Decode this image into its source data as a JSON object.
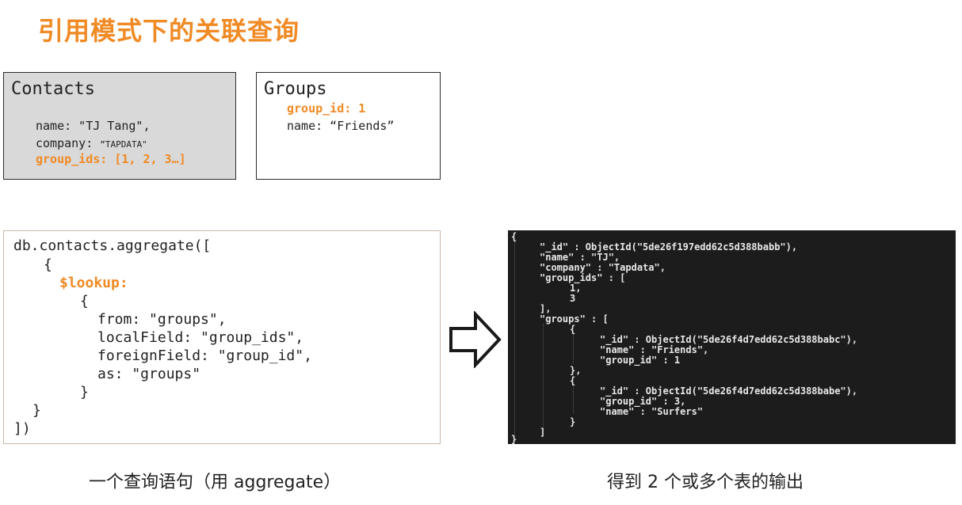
{
  "title": "引用模式下的关联查询",
  "contacts": {
    "heading": "Contacts",
    "name_line": "name: \"TJ Tang\",",
    "company_key": "company: ",
    "company_val": "”TAPDATA\"",
    "group_ids_line": "group_ids: [1, 2, 3…]"
  },
  "groups": {
    "heading": "Groups",
    "group_id_line": "group_id: 1",
    "name_line": "name: “Friends”"
  },
  "aggregate_code": [
    "db.contacts.aggregate([",
    "{",
    "$lookup:",
    "{",
    "from: \"groups\",",
    "localField: \"group_ids\",",
    "foreignField: \"group_id\",",
    "as: \"groups\"",
    "}",
    "}",
    "])"
  ],
  "output_lines": [
    "{",
    "\"_id\" : ObjectId(\"5de26f197edd62c5d388babb\"),",
    "\"name\" : \"TJ\",",
    "\"company\" : \"Tapdata\",",
    "\"group_ids\" : [",
    "1,",
    "3",
    "],",
    "\"groups\" : [",
    "{",
    "\"_id\" : ObjectId(\"5de26f4d7edd62c5d388babc\"),",
    "\"name\" : \"Friends\",",
    "\"group_id\" : 1",
    "},",
    "{",
    "\"_id\" : ObjectId(\"5de26f4d7edd62c5d388babe\"),",
    "\"group_id\" : 3,",
    "\"name\" : \"Surfers\"",
    "}",
    "]",
    "}"
  ],
  "captions": {
    "left": "一个查询语句（用 aggregate）",
    "right": "得到 2 个或多个表的输出"
  }
}
